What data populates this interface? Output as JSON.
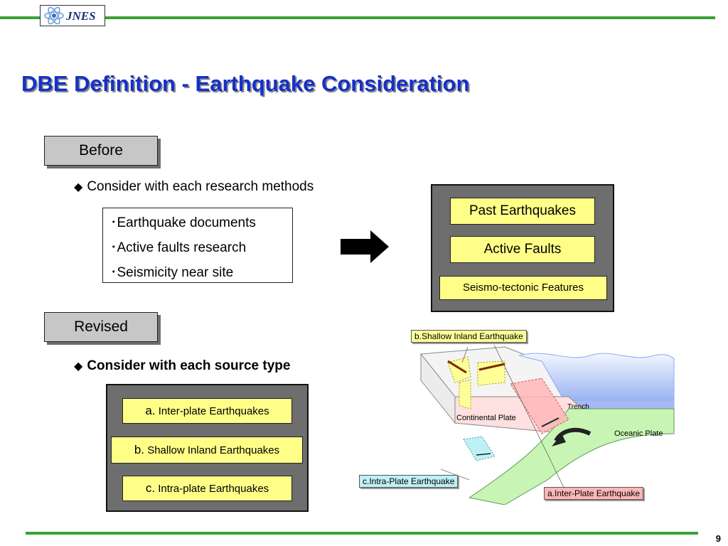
{
  "header": {
    "logo_text": "JNES"
  },
  "title": "DBE Definition - Earthquake Consideration",
  "before": {
    "tag": "Before",
    "bullet": "Consider with each research methods",
    "methods": [
      "･Earthquake documents",
      "･Active faults research",
      "･Seismicity near site"
    ],
    "results": [
      "Past Earthquakes",
      "Active Faults",
      "Seismo-tectonic Features"
    ]
  },
  "revised": {
    "tag": "Revised",
    "bullet": "Consider with each source type",
    "sources": [
      {
        "prefix": "a.",
        "text": "Inter-plate Earthquakes"
      },
      {
        "prefix": "b.",
        "text": "Shallow Inland Earthquakes"
      },
      {
        "prefix": "c.",
        "text": "Intra-plate Earthquakes"
      }
    ]
  },
  "diagram": {
    "label_shallow": "b.Shallow Inland Earthquake",
    "label_trench": "Trench",
    "label_continental": "Continental Plate",
    "label_oceanic": "Oceanic Plate",
    "label_intra": "c.Intra-Plate Earthquake",
    "label_inter": "a.Inter-Plate Earthquake",
    "colors": {
      "yellow": "#ffff99",
      "pink": "#ffb6b6",
      "cyan": "#bff0f5",
      "green": "#c8f5b4",
      "blue": "#8aa8f0"
    }
  },
  "page_number": "9"
}
